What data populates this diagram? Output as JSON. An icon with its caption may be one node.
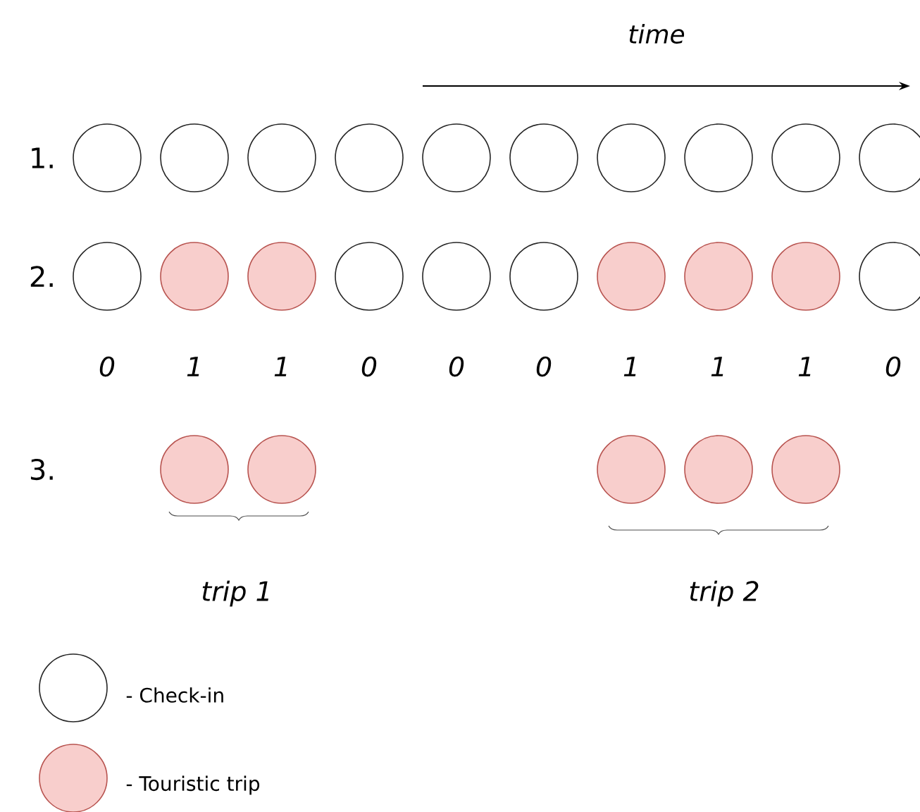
{
  "diagram": {
    "nodes": [
      {
        "text": [],
        "shape": "circle"
      },
      {
        "text": [],
        "shape": "circle"
      },
      {
        "text": [],
        "shape": "circle"
      },
      {
        "text": [],
        "shape": "circle"
      },
      {
        "text": [],
        "shape": "circle"
      },
      {
        "text": [],
        "shape": "circle"
      },
      {
        "text": [],
        "shape": "circle"
      },
      {
        "text": [],
        "shape": "circle"
      },
      {
        "text": [],
        "shape": "circle"
      },
      {
        "text": [],
        "shape": "circle"
      },
      {
        "text": [],
        "shape": "circle"
      },
      {
        "text": [],
        "shape": "circle"
      },
      {
        "text": [],
        "shape": "circle"
      },
      {
        "text": [],
        "shape": "circle"
      },
      {
        "text": [],
        "shape": "circle"
      },
      {
        "text": [],
        "shape": "circle"
      },
      {
        "text": [],
        "shape": "circle"
      },
      {
        "text": [],
        "shape": "circle"
      },
      {
        "text": [],
        "shape": "circle"
      },
      {
        "text": [],
        "shape": "circle"
      },
      {
        "text": [],
        "shape": "circle"
      },
      {
        "text": [],
        "shape": "circle"
      },
      {
        "text": [],
        "shape": "circle"
      },
      {
        "text": [],
        "shape": "circle"
      },
      {
        "text": [],
        "shape": "circle"
      }
    ],
    "labels": [
      "time",
      "1.",
      "2.",
      "0",
      "1",
      "1",
      "0",
      "0",
      "0",
      "1",
      "1",
      "1",
      "0",
      "3.",
      "trip 1",
      "trip 2"
    ],
    "legend": [
      {
        "text": "- Check-in"
      },
      {
        "text": "- Touristic trip",
        "color": "#f8cecc"
      }
    ]
  }
}
